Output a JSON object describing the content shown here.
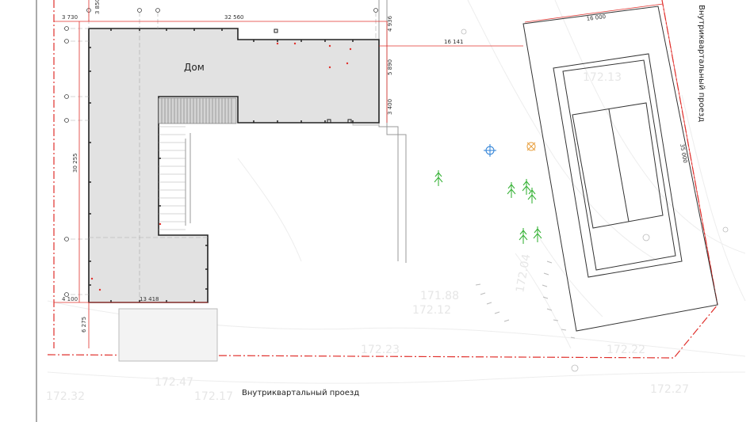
{
  "labels": {
    "building": "Дом",
    "road_right": "Внутриквартальный проезд",
    "road_bottom": "Внутриквартальный проезд"
  },
  "dimensions": {
    "left_top": "3 730",
    "left_vert_top": "3 850",
    "top_span": "32 560",
    "right_top": "4 936",
    "right_mid": "5 890",
    "right_low": "3 400",
    "to_court": "16 141",
    "left_height": "30 255",
    "bottom_left": "4 100",
    "bottom_wing": "13 418",
    "bottom_vert": "6 275",
    "court_width": "16 000",
    "court_length": "35 000"
  },
  "contour_labels": [
    "172.13",
    "171.88",
    "172.12",
    "172.23",
    "172.22",
    "172.32",
    "172.47",
    "172.17",
    "172.27",
    "172.04"
  ],
  "colors": {
    "boundary": "#e0302c",
    "building_fill": "#e2e2e2",
    "tree": "#3cb43c",
    "marker_blue": "#2b7fd6",
    "marker_orange": "#e8a040"
  }
}
